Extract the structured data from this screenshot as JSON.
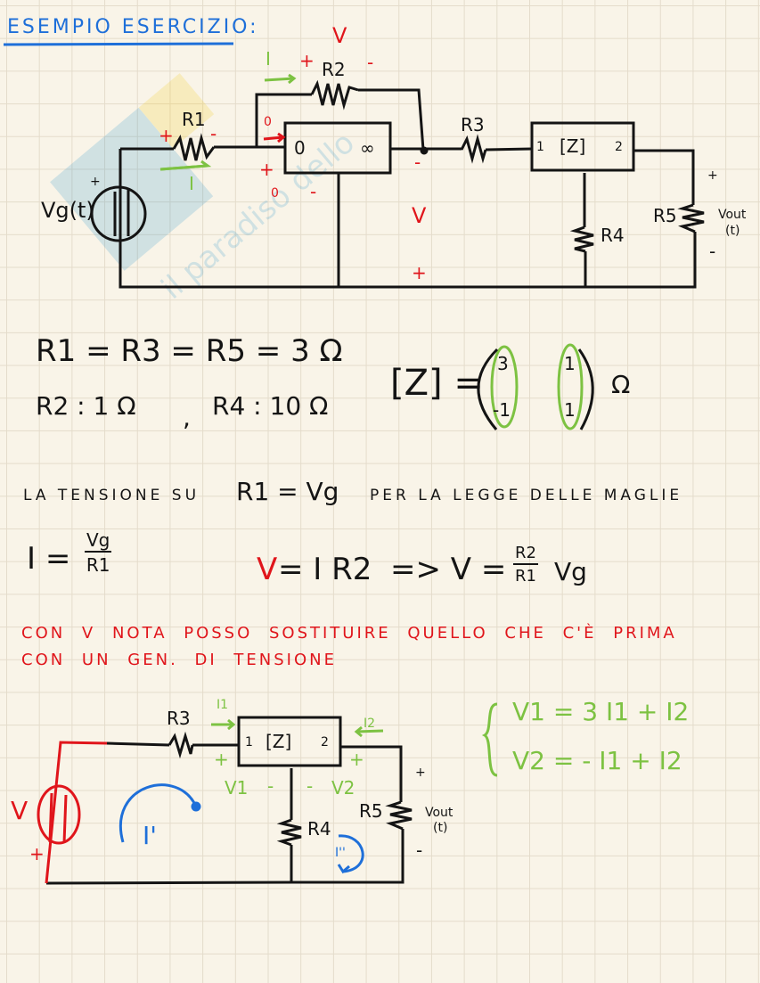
{
  "title": "ESEMPIO ESERCIZIO:",
  "circuit1": {
    "source_label": "Vg(t)",
    "source_plus": "+",
    "r1_label": "R1",
    "r2_label": "R2",
    "r3_label": "R3",
    "r4_label": "R4",
    "r5_label": "R5",
    "z_block": "[Z]",
    "z_port1": "1",
    "z_port2": "2",
    "nullor_in": "0",
    "nullor_out": "∞",
    "current_I": "I",
    "current_I_top": "I",
    "v_label_top": "V",
    "v_label_mid": "V",
    "plus": "+",
    "minus": "-",
    "zero": "0",
    "vout": "Vout",
    "vout_t": "(t)"
  },
  "values": {
    "line1": "R1 = R3 = R5 = 3 Ω",
    "line2a": "R2 : 1 Ω",
    "comma": ",",
    "line2b": "R4 : 10 Ω",
    "z_label": "[Z] =",
    "z_matrix": [
      [
        "3",
        "1"
      ],
      [
        "-1",
        "1"
      ]
    ],
    "z_unit": "Ω"
  },
  "explanation": {
    "line1_a": "LA TENSIONE SU",
    "line1_b": "R1 = Vg",
    "line1_c": "PER LA LEGGE DELLE MAGLIE",
    "eq1_lhs": "I =",
    "eq1_num": "Vg",
    "eq1_den": "R1",
    "eq2_V": "V",
    "eq2_rest": "= I R2",
    "eq2_implies": "=> V =",
    "eq2_num": "R2",
    "eq2_den": "R1",
    "eq2_tail": "Vg"
  },
  "note": {
    "line1": "CON   V NOTA   POSSO   SOSTITUIRE QUELLO CHE C'È PRIMA",
    "line2": "CON   UN   GEN. DI   TENSIONE"
  },
  "circuit2": {
    "source_label": "V",
    "source_plus": "+",
    "r3_label": "R3",
    "r4_label": "R4",
    "r5_label": "R5",
    "z_block": "[Z]",
    "z_port1": "1",
    "z_port2": "2",
    "i1": "I1",
    "i2": "I2",
    "v1": "V1",
    "v2": "V2",
    "mesh1": "I'",
    "mesh2": "I''",
    "plus": "+",
    "minus": "-",
    "vout": "Vout",
    "vout_t": "(t)"
  },
  "system": {
    "eq1": "V1 = 3 I1 + I2",
    "eq2": "V2 = - I1 + I2"
  }
}
